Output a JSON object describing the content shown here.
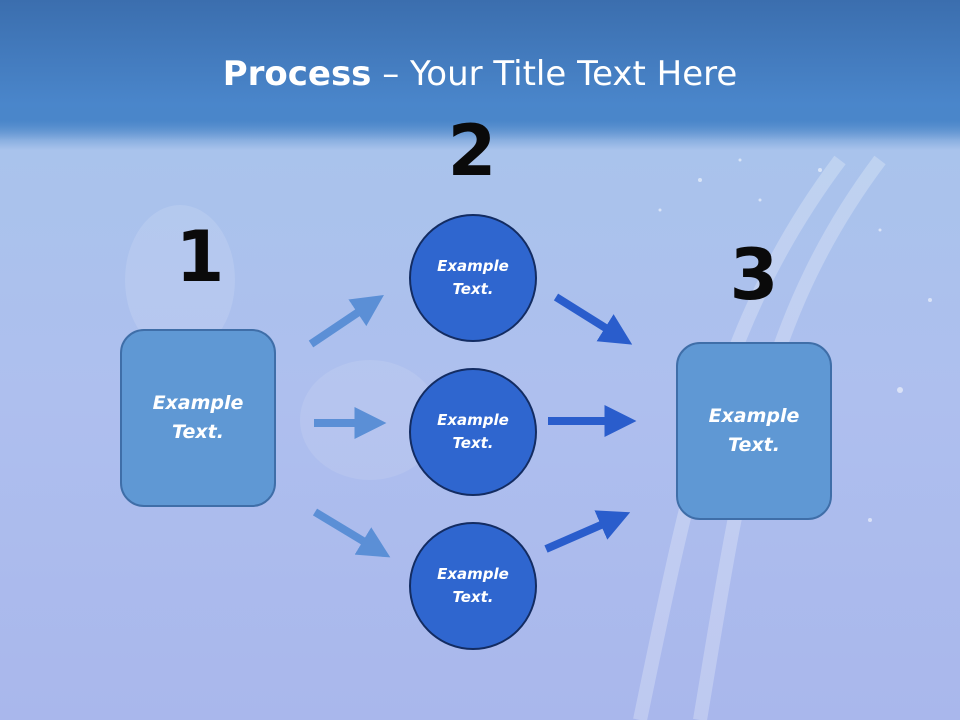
{
  "title": {
    "bold": "Process",
    "rest": " – Your Title Text Here"
  },
  "steps": [
    {
      "number": "1"
    },
    {
      "number": "2"
    },
    {
      "number": "3"
    }
  ],
  "boxes": {
    "left": {
      "text": "Example\nText."
    },
    "right": {
      "text": "Example\nText."
    }
  },
  "circles": [
    {
      "text": "Example\nText."
    },
    {
      "text": "Example\nText."
    },
    {
      "text": "Example\nText."
    }
  ],
  "colors": {
    "light_arrow": "#5b8fd6",
    "dark_arrow": "#2a5dcc",
    "box_fill": "#5f98d4",
    "circle_fill": "#2f66cf"
  }
}
